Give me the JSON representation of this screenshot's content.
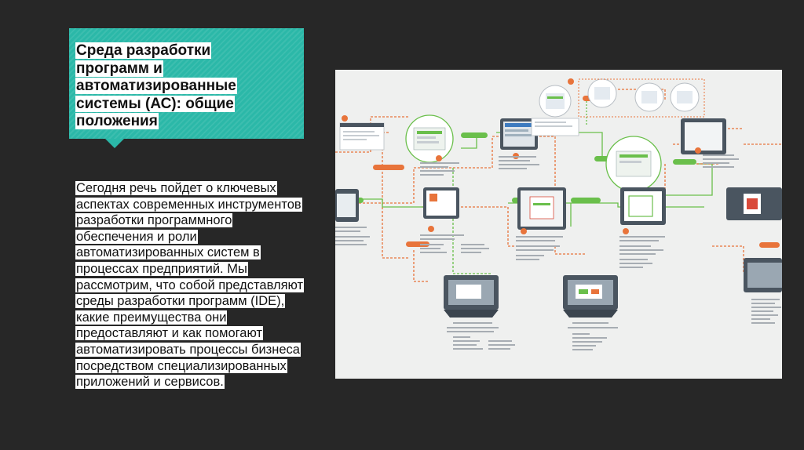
{
  "slide": {
    "title": "Среда разработки программ и автоматизированные системы (АС): общие положения",
    "body": "Сегодня речь пойдет о ключевых аспектах современных инструментов разработки программного обеспечения и роли автоматизированных систем в процессах предприятий. Мы рассмотрим, что собой представляют среды разработки программ (IDE), какие преимущества они предоставляют и как помогают автоматизировать процессы бизнеса посредством специализированных приложений и сервисов."
  },
  "diagram": {
    "image_icon": "flowchart-diagram-image",
    "colors": {
      "title_accent": "#2bb8a8",
      "background": "#272727",
      "flow_orange": "#e8743b",
      "flow_green": "#6abf4b",
      "screen_dark": "#4a5560"
    }
  }
}
